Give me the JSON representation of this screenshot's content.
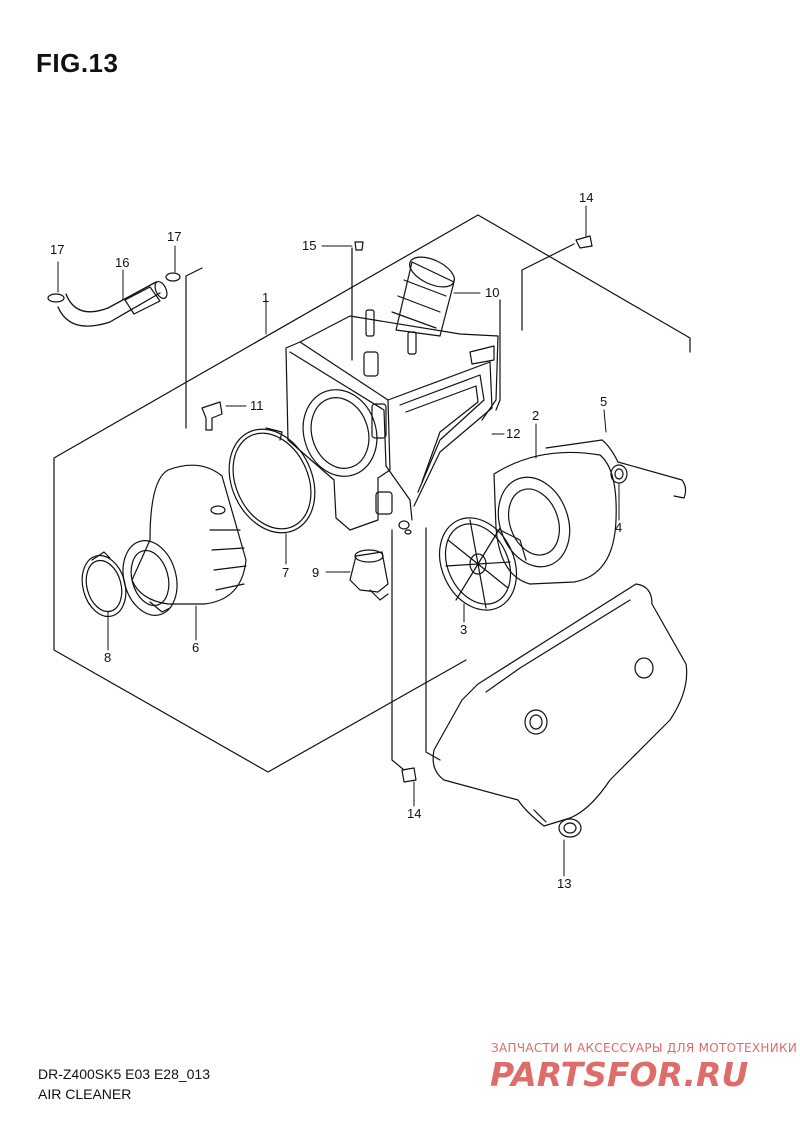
{
  "figure": {
    "title": "FIG.13"
  },
  "footer": {
    "model_code": "DR-Z400SK5 E03 E28_013",
    "section_name": "AIR CLEANER"
  },
  "watermark": {
    "caption": "ЗАПЧАСТИ И АКСЕССУАРЫ ДЛЯ МОТОТЕХНИКИ",
    "logo_text": "PARTSFOR.RU",
    "color": "#d9534f"
  },
  "callouts": [
    {
      "id": "1",
      "label": "1"
    },
    {
      "id": "2",
      "label": "2"
    },
    {
      "id": "3",
      "label": "3"
    },
    {
      "id": "4",
      "label": "4"
    },
    {
      "id": "5",
      "label": "5"
    },
    {
      "id": "6",
      "label": "6"
    },
    {
      "id": "7",
      "label": "7"
    },
    {
      "id": "8",
      "label": "8"
    },
    {
      "id": "9",
      "label": "9"
    },
    {
      "id": "10",
      "label": "10"
    },
    {
      "id": "11",
      "label": "11"
    },
    {
      "id": "12",
      "label": "12"
    },
    {
      "id": "13",
      "label": "13"
    },
    {
      "id": "14a",
      "label": "14"
    },
    {
      "id": "14b",
      "label": "14"
    },
    {
      "id": "15",
      "label": "15"
    },
    {
      "id": "16",
      "label": "16"
    },
    {
      "id": "17a",
      "label": "17"
    },
    {
      "id": "17b",
      "label": "17"
    }
  ]
}
